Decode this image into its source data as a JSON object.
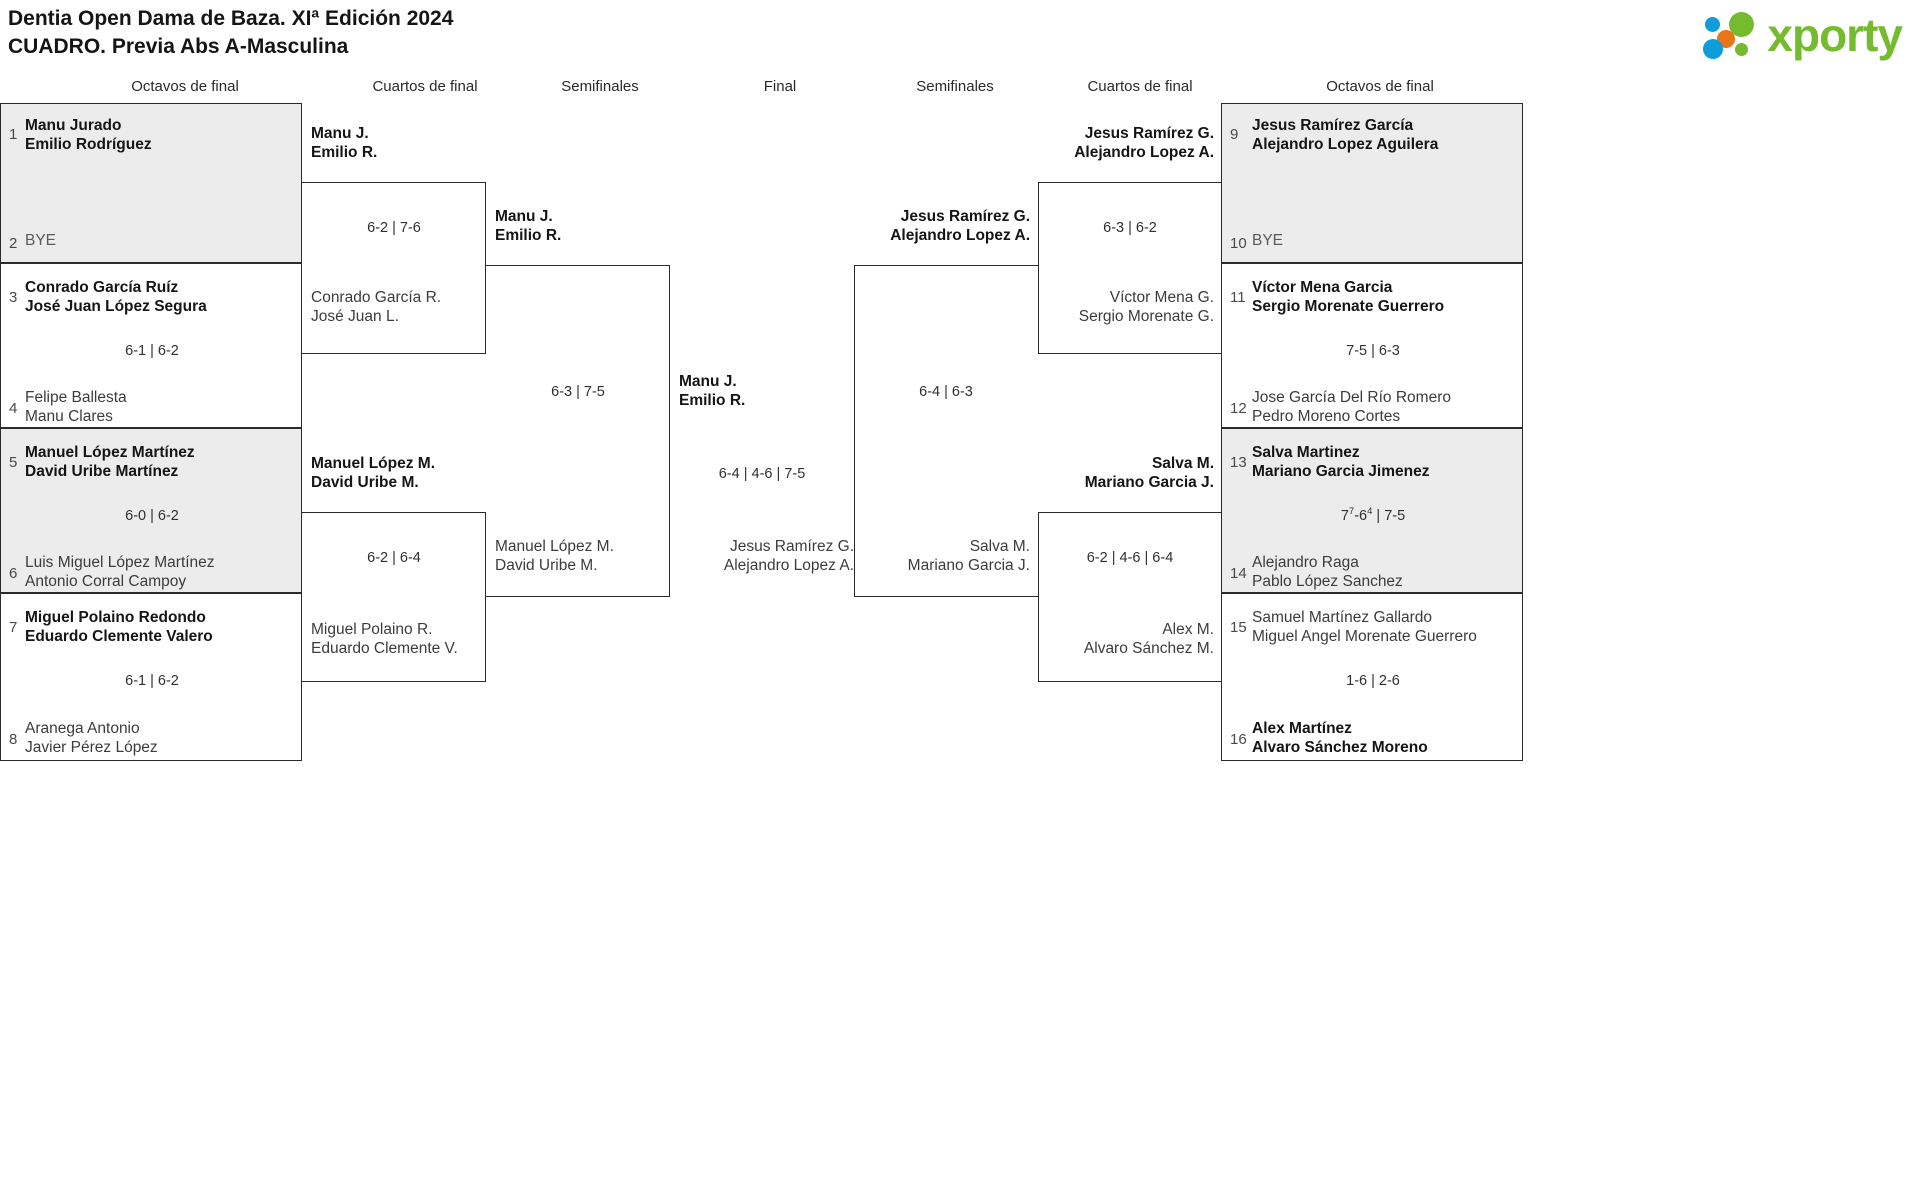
{
  "header": {
    "title_line1": "Dentia Open Dama de Baza. XIª Edición 2024",
    "title_line2": "CUADRO. Previa Abs A-Masculina",
    "logo_word": "xporty",
    "logo_colors": {
      "blue": "#0d9ddb",
      "orange": "#e8751a",
      "green": "#74bb2e"
    }
  },
  "round_labels": {
    "r1_left": "Octavos de final",
    "r2_left": "Cuartos de final",
    "r3_left": "Semifinales",
    "final": "Final",
    "r3_right": "Semifinales",
    "r2_right": "Cuartos de final",
    "r1_right": "Octavos de final"
  },
  "left": {
    "round1": [
      {
        "seed": "1",
        "line1": "Manu Jurado",
        "line2": "Emilio Rodríguez",
        "winner": true
      },
      {
        "seed": "2",
        "line1": "BYE",
        "line2": "",
        "winner": false
      },
      {
        "seed": "3",
        "line1": "Conrado García Ruíz",
        "line2": "José Juan López Segura",
        "winner": true
      },
      {
        "seed": "4",
        "line1": "Felipe Ballesta",
        "line2": "Manu Clares",
        "winner": false
      },
      {
        "seed": "5",
        "line1": "Manuel López Martínez",
        "line2": "David Uribe Martínez",
        "winner": true
      },
      {
        "seed": "6",
        "line1": "Luis Miguel López Martínez",
        "line2": "Antonio Corral Campoy",
        "winner": false
      },
      {
        "seed": "7",
        "line1": "Miguel Polaino Redondo",
        "line2": "Eduardo Clemente Valero",
        "winner": true
      },
      {
        "seed": "8",
        "line1": "Aranega Antonio",
        "line2": "Javier Pérez López",
        "winner": false
      }
    ],
    "round1_scores": [
      "",
      "6-1 | 6-2",
      "6-0 | 6-2",
      "6-1 | 6-2"
    ],
    "round2": [
      {
        "line1": "Manu J.",
        "line2": "Emilio R.",
        "winner": true
      },
      {
        "line1": "Conrado García R.",
        "line2": "José Juan L.",
        "winner": false
      },
      {
        "line1": "Manuel López M.",
        "line2": "David Uribe M.",
        "winner": true
      },
      {
        "line1": "Miguel Polaino R.",
        "line2": "Eduardo Clemente V.",
        "winner": false
      }
    ],
    "round2_scores": [
      "6-2 | 7-6",
      "6-2 | 6-4"
    ],
    "round3": [
      {
        "line1": "Manu J.",
        "line2": "Emilio R.",
        "winner": true
      },
      {
        "line1": "Manuel López M.",
        "line2": "David Uribe M.",
        "winner": false
      }
    ],
    "round3_scores": [
      "6-3 | 7-5"
    ]
  },
  "final": {
    "winner": {
      "line1": "Manu J.",
      "line2": "Emilio R."
    },
    "runner_up": {
      "line1": "Jesus Ramírez G.",
      "line2": "Alejandro Lopez A."
    },
    "score": "6-4 | 4-6 | 7-5"
  },
  "right": {
    "round3": [
      {
        "line1": "Jesus Ramírez G.",
        "line2": "Alejandro Lopez A.",
        "winner": true
      },
      {
        "line1": "Salva M.",
        "line2": "Mariano Garcia J.",
        "winner": false
      }
    ],
    "round3_scores": [
      "6-4 | 6-3"
    ],
    "round2": [
      {
        "line1": "Jesus Ramírez G.",
        "line2": "Alejandro Lopez A.",
        "winner": true
      },
      {
        "line1": "Víctor Mena G.",
        "line2": "Sergio Morenate G.",
        "winner": false
      },
      {
        "line1": "Salva M.",
        "line2": "Mariano Garcia J.",
        "winner": true
      },
      {
        "line1": "Alex M.",
        "line2": "Alvaro Sánchez M.",
        "winner": false
      }
    ],
    "round2_scores": [
      "6-3 | 6-2",
      "6-2 | 4-6 | 6-4"
    ],
    "round1": [
      {
        "seed": "9",
        "line1": "Jesus Ramírez García",
        "line2": "Alejandro Lopez Aguilera",
        "winner": true
      },
      {
        "seed": "10",
        "line1": "BYE",
        "line2": "",
        "winner": false
      },
      {
        "seed": "11",
        "line1": "Víctor Mena Garcia",
        "line2": "Sergio Morenate Guerrero",
        "winner": true
      },
      {
        "seed": "12",
        "line1": "Jose García Del Río Romero",
        "line2": "Pedro Moreno Cortes",
        "winner": false
      },
      {
        "seed": "13",
        "line1": "Salva Martinez",
        "line2": "Mariano Garcia Jimenez",
        "winner": true
      },
      {
        "seed": "14",
        "line1": "Alejandro Raga",
        "line2": "Pablo López Sanchez",
        "winner": false
      },
      {
        "seed": "15",
        "line1": "Samuel Martínez Gallardo",
        "line2": "Miguel Angel Morenate Guerrero",
        "winner": false
      },
      {
        "seed": "16",
        "line1": "Alex Martínez",
        "line2": "Alvaro Sánchez Moreno",
        "winner": true
      }
    ],
    "round1_scores": [
      "",
      "7-5 | 6-3",
      "7|7-6|4 | 7-5",
      "1-6 | 2-6"
    ],
    "round1_score_parts": [
      {
        "plain": ""
      },
      {
        "plain": "7-5 | 6-3"
      },
      {
        "a": "7",
        "asup": "7",
        "b": "-6",
        "bsup": "4",
        "rest": " | 7-5"
      },
      {
        "plain": "1-6 | 2-6"
      }
    ]
  }
}
